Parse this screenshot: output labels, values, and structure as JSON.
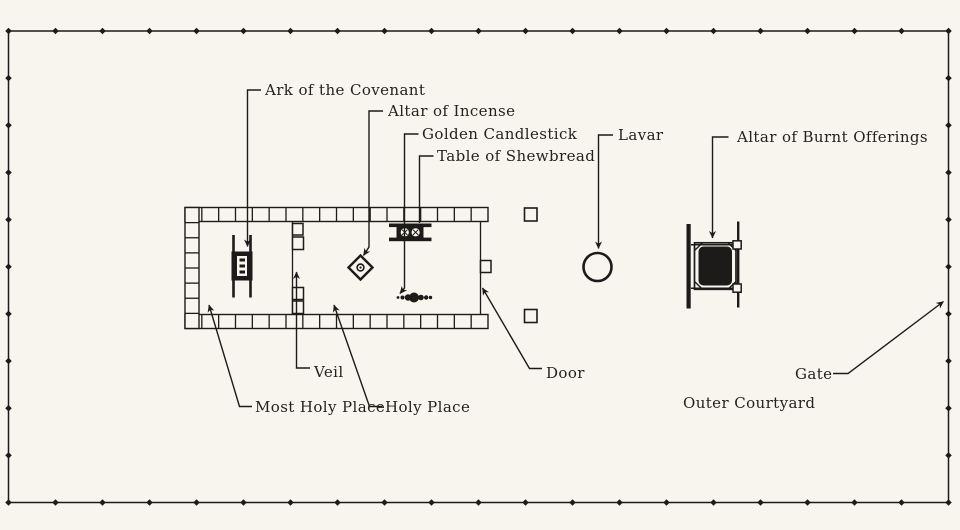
{
  "colors": {
    "background": "#f8f5ef",
    "ink": "#1c1b19"
  },
  "labels": {
    "ark": "Ark of the Covenant",
    "altar_incense": "Altar of Incense",
    "golden_candlestick": "Golden Candlestick",
    "table_shewbread": "Table of Shewbread",
    "lavar": "Lavar",
    "altar_burnt_offerings": "Altar of Burnt Offerings",
    "veil": "Veil",
    "door": "Door",
    "most_holy_place": "Most Holy Place",
    "holy_place": "Holy Place",
    "outer_courtyard": "Outer Courtyard",
    "gate": "Gate"
  }
}
